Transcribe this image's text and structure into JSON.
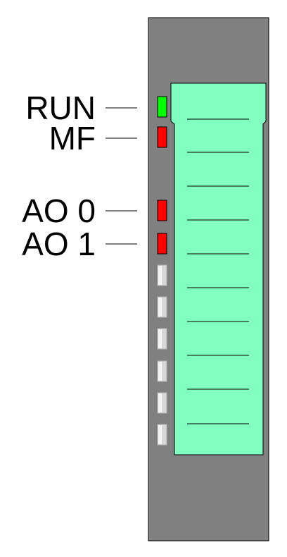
{
  "module": {
    "housing_color": "#808080",
    "cover_color": "#80ffc0",
    "led_labels": {
      "run": "RUN",
      "mf": "MF",
      "ao0": "AO 0",
      "ao1": "AO 1"
    },
    "leds": [
      {
        "name": "RUN",
        "color": "#00ff00",
        "state": "on"
      },
      {
        "name": "MF",
        "color": "#ff0000",
        "state": "on"
      },
      {
        "name": "AO 0",
        "color": "#ff0000",
        "state": "on"
      },
      {
        "name": "AO 1",
        "color": "#ff0000",
        "state": "on"
      },
      {
        "name": "",
        "color": "#d8d8d8",
        "state": "off"
      },
      {
        "name": "",
        "color": "#d8d8d8",
        "state": "off"
      },
      {
        "name": "",
        "color": "#d8d8d8",
        "state": "off"
      },
      {
        "name": "",
        "color": "#d8d8d8",
        "state": "off"
      },
      {
        "name": "",
        "color": "#d8d8d8",
        "state": "off"
      },
      {
        "name": "",
        "color": "#d8d8d8",
        "state": "off"
      }
    ]
  }
}
